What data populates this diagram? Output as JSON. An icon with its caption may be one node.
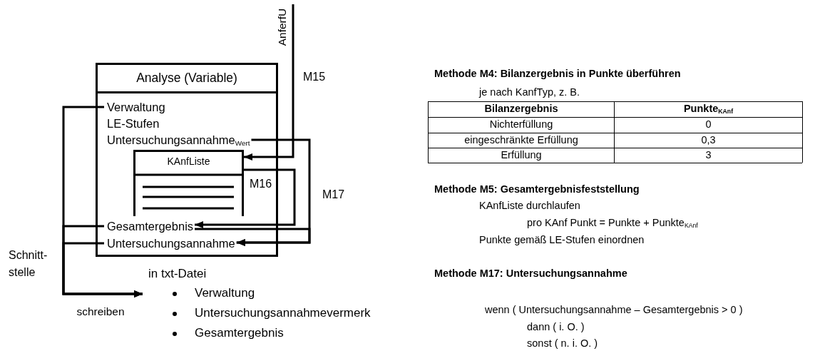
{
  "diagram": {
    "nodes": [
      {
        "text": [
          "Analyse (Variable)"
        ]
      },
      {
        "text": [
          "Verwaltung"
        ],
        "in": 0
      },
      {
        "text": [
          "LE-Stufen"
        ],
        "in": 0
      },
      {
        "text": [
          "Untersuchungsannahme$_{Wert}$"
        ],
        "in": 0
      },
      {
        "text": [
          "KAnfListe"
        ],
        "in": 0
      },
      {
        "text": [
          "Gesamtergebnis"
        ],
        "in": 0
      },
      {
        "text": [
          "Untersuchungsannahme"
        ],
        "in": 0
      },
      {
        "text": [
          "in txt-Datei",
          "Verwaltung",
          "Untersuchungsannahmevermerk",
          "Gesamtergebnis"
        ]
      }
    ],
    "edges": [
      {
        "from": null,
        "to": 4,
        "arrow": "to",
        "label": "AnferfU"
      },
      {
        "from": 4,
        "to": 5,
        "arrow": "to"
      },
      {
        "from": 3,
        "to": 6,
        "arrow": "to"
      },
      {
        "from": 5,
        "to": 6,
        "arrow": "to"
      },
      {
        "from": 1,
        "to": 7,
        "arrow": "to",
        "label": "schreiben"
      },
      {
        "from": 5,
        "to": 7,
        "arrow": "to"
      },
      {
        "from": 6,
        "to": 7,
        "arrow": "to"
      }
    ],
    "labels": [
      "M15",
      "M16",
      "M17",
      "Schnitt- stelle",
      "Methode M4: Bilanzergebnis in Punkte überführen",
      "je nach KanfTyp, z. B.",
      "Bilanzergebnis",
      "Punkte$_{KAnf}$",
      "Nichterfüllung",
      "0",
      "eingeschränkte Erfüllung",
      "0,3",
      "Erfüllung",
      "3",
      "Methode M5: Gesamtergebnisfeststellung",
      "KAnfListe durchlaufen",
      "pro KAnf Punkt = Punkte + Punkte$_{KAnf}$",
      "Punkte gemäß LE-Stufen einordnen",
      "Methode M17: Untersuchungsannahme",
      "wenn ( Untersuchungsannahme – Gesamtergebnis > 0 )",
      "dann ( i. O. )",
      "sonst ( n. i. O. )"
    ]
  }
}
